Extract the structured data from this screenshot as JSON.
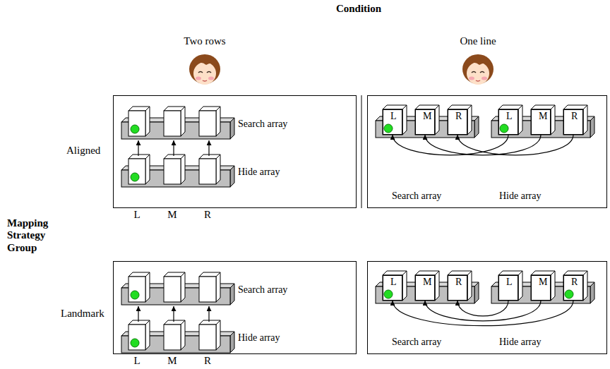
{
  "diagram": {
    "title": "Condition",
    "nodes": [
      {
        "text": [
          "Search array",
          "Hide array"
        ]
      },
      {
        "text": [
          "Search array",
          "Hide array"
        ]
      },
      {
        "text": [
          "L"
        ],
        "in": 1
      },
      {
        "text": [
          "M"
        ],
        "in": 1
      },
      {
        "text": [
          "R"
        ],
        "in": 1
      },
      {
        "text": [
          "L"
        ],
        "in": 1
      },
      {
        "text": [
          "M"
        ],
        "in": 1
      },
      {
        "text": [
          "R"
        ],
        "in": 1
      },
      {
        "text": [
          "Search array",
          "Hide array"
        ]
      },
      {
        "text": [
          "Search array",
          "Hide array"
        ]
      },
      {
        "text": [
          "L"
        ],
        "in": 9
      },
      {
        "text": [
          "M"
        ],
        "in": 9
      },
      {
        "text": [
          "R"
        ],
        "in": 9
      },
      {
        "text": [
          "L"
        ],
        "in": 9
      },
      {
        "text": [
          "M"
        ],
        "in": 9
      },
      {
        "text": [
          "R"
        ],
        "in": 9
      }
    ],
    "edges": [
      {
        "from": 5,
        "to": 2,
        "arrow": "to"
      },
      {
        "from": 6,
        "to": 3,
        "arrow": "to"
      },
      {
        "from": 7,
        "to": 4,
        "arrow": "to"
      },
      {
        "from": 15,
        "to": 10,
        "arrow": "to"
      },
      {
        "from": 14,
        "to": 11,
        "arrow": "to"
      },
      {
        "from": 13,
        "to": 12,
        "arrow": "to"
      }
    ],
    "labels": [
      "Two rows",
      "One line",
      "Mapping Strategy Group",
      "Aligned",
      "Landmark",
      "L",
      "M",
      "R",
      "L",
      "M",
      "R"
    ]
  }
}
